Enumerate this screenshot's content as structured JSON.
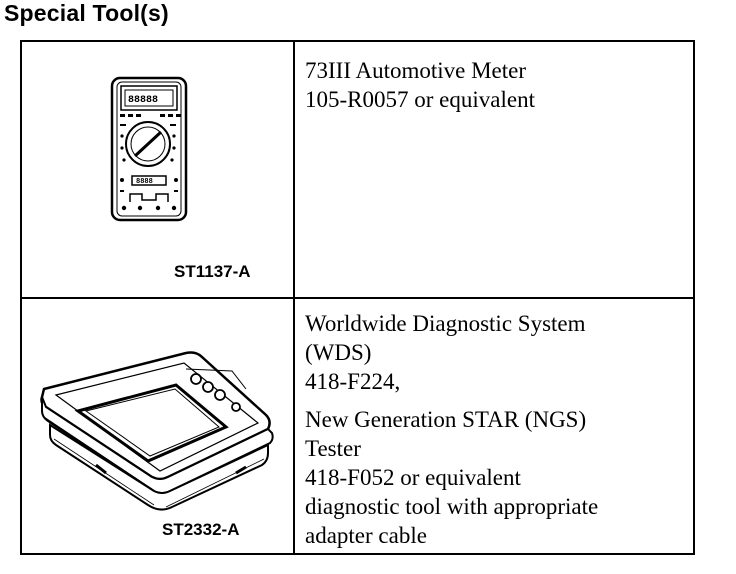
{
  "heading": "Special Tool(s)",
  "tools": [
    {
      "code": "ST1137-A",
      "icon": "multimeter-illustration",
      "lines": [
        "73III Automotive Meter",
        "105-R0057 or equivalent"
      ]
    },
    {
      "code": "ST2332-A",
      "icon": "diagnostic-tablet-illustration",
      "lines_a": [
        "Worldwide Diagnostic System",
        "(WDS)",
        "418-F224,"
      ],
      "lines_b": [
        "New Generation STAR (NGS)",
        "Tester",
        "418-F052 or equivalent",
        "diagnostic tool with appropriate",
        "adapter cable"
      ]
    }
  ]
}
